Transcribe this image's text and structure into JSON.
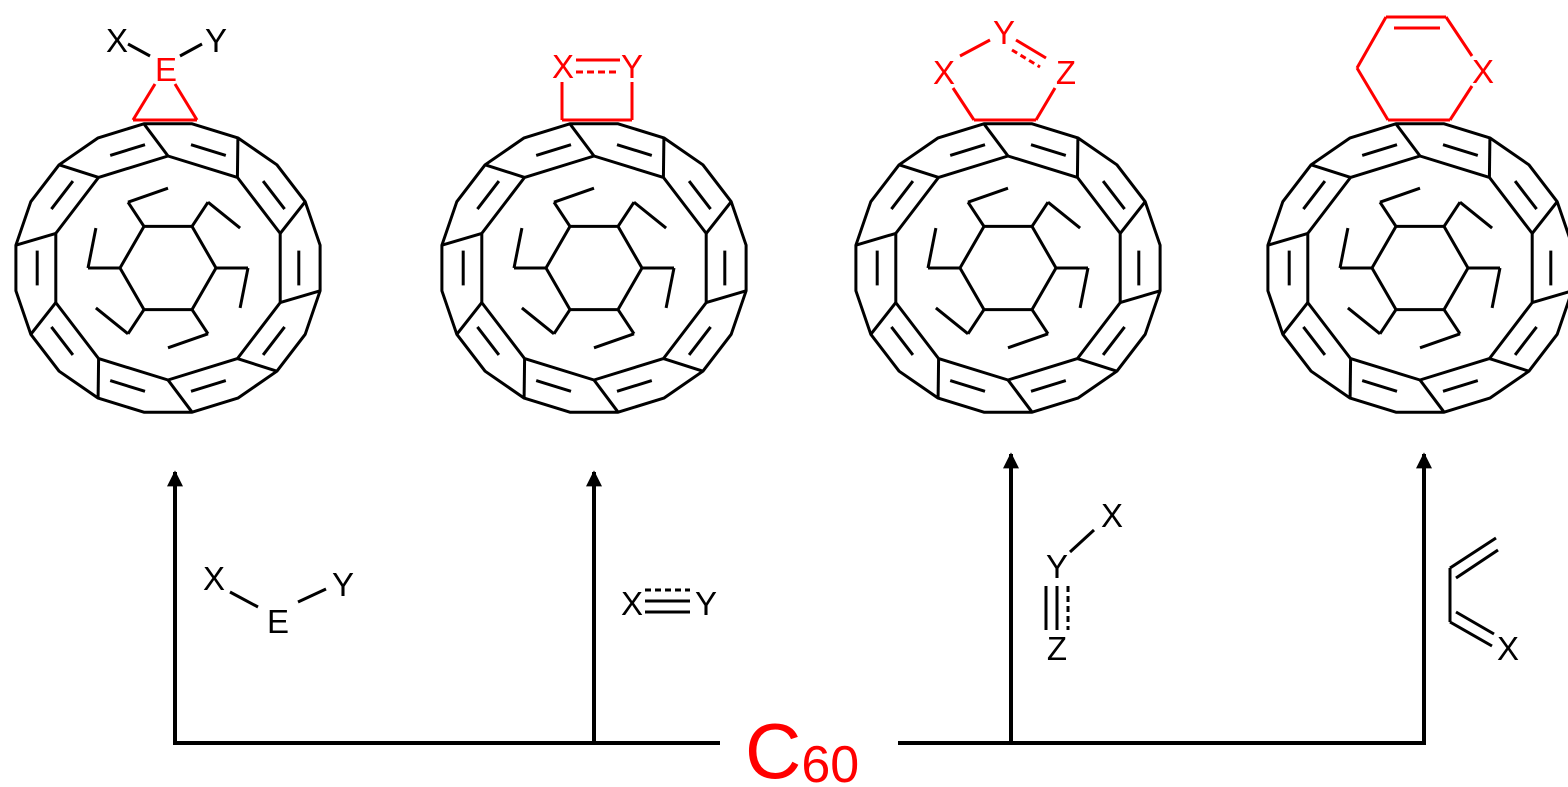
{
  "colors": {
    "highlight": "#ff0000",
    "line": "#000000",
    "background": "#ffffff"
  },
  "product_labels": {
    "p1": {
      "x": "X",
      "e": "E",
      "y": "Y"
    },
    "p2": {
      "x": "X",
      "y": "Y"
    },
    "p3": {
      "x": "X",
      "y": "Y",
      "z": "Z"
    },
    "p4": {
      "x": "X"
    }
  },
  "reagent_labels": {
    "r1": {
      "x": "X",
      "e": "E",
      "y": "Y"
    },
    "r2": {
      "x": "X",
      "y": "Y"
    },
    "r3": {
      "x": "X",
      "y": "Y",
      "z": "Z"
    },
    "r4": {
      "x": "X"
    }
  },
  "start_material": {
    "main": "C",
    "subscript": "60"
  }
}
